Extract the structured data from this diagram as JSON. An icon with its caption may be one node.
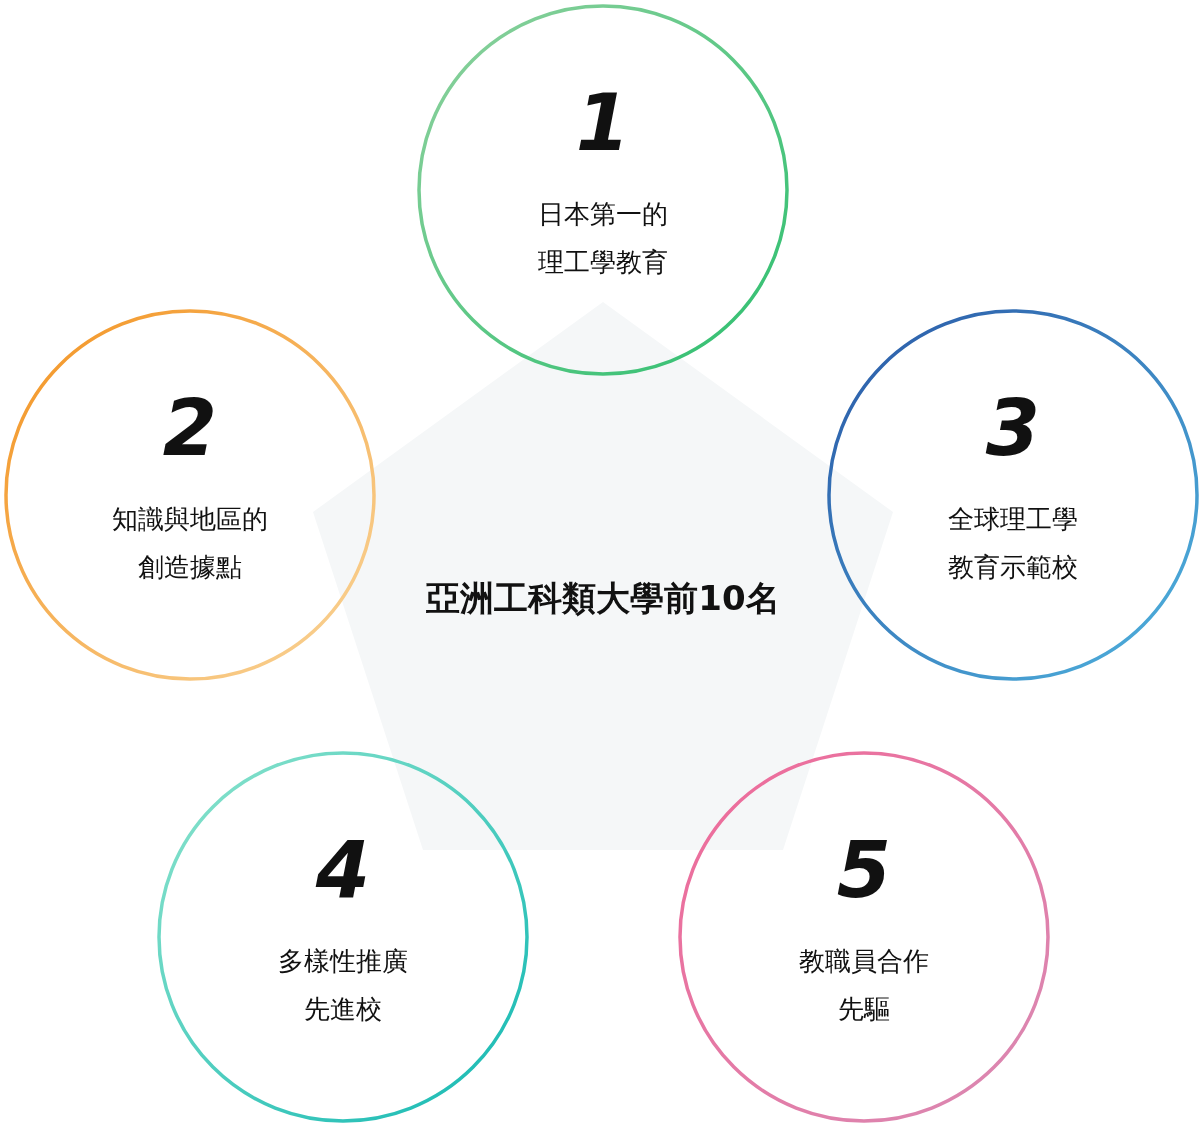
{
  "diagram": {
    "nodes": [
      {
        "text": [
          "1",
          "日本第一的理工學教育"
        ]
      },
      {
        "text": [
          "2",
          "知識與地區的創造據點"
        ]
      },
      {
        "text": [
          "3",
          "全球理工學教育示範校"
        ]
      },
      {
        "text": [
          "亞洲工科類大學前10名"
        ]
      },
      {
        "text": [
          "4",
          "多樣性推廣先進校"
        ]
      },
      {
        "text": [
          "5",
          "教職員合作先驅"
        ]
      }
    ],
    "edges": []
  }
}
